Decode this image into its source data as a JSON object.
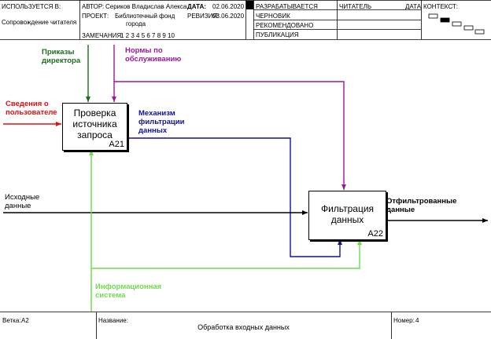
{
  "header": {
    "used_in_label": "ИСПОЛЬЗУЕТСЯ В:",
    "used_in_value": "Сопровождение читателя",
    "author_label": "АВТОР:",
    "author_value": "Сериков Владислав Александ...",
    "project_label": "ПРОЕКТ:",
    "project_value_line1": "Библиотечный фонд",
    "project_value_line2": "города",
    "notes_label": "ЗАМЕЧАНИЯ:",
    "notes_value": "1 2 3 4 5 6 7 8 9 10",
    "date_label": "ДАТА:",
    "date_value": "02.06.2020",
    "revision_label": "РЕВИЗИЯ:",
    "revision_value": "03.06.2020",
    "status_working": "РАЗРАБАТЫВАЕТСЯ",
    "status_draft": "ЧЕРНОВИК",
    "status_recommended": "РЕКОМЕНДОВАНО",
    "status_publication": "ПУБЛИКАЦИЯ",
    "reader_label": "ЧИТАТЕЛЬ",
    "date2_label": "ДАТА",
    "context_label": "КОНТЕКСТ:"
  },
  "diagram": {
    "boxes": [
      {
        "id": "A21",
        "name": "Проверка\nисточника\nзапроса",
        "number": "A21"
      },
      {
        "id": "A22",
        "name": "Фильтрация\nданных",
        "number": "A22"
      }
    ],
    "arrows": {
      "orders": "Приказы\nдиректора",
      "norms": "Нормы по\nобслуживанию",
      "user_info": "Сведения о\nпользователе",
      "mechanism": "Механизм\nфильтрации\nданных",
      "input_data": "Исходные\nданные",
      "filtered_data": "Отфильтрованные\nданные",
      "info_system": "Информационная\nсистема"
    },
    "colors": {
      "orders": "#1a6e1a",
      "norms": "#9a1a9a",
      "user_info": "#e01010",
      "mechanism": "#1010a0",
      "input_data": "#000000",
      "filtered_data": "#000000",
      "info_system": "#6ddc4a"
    }
  },
  "footer": {
    "node_label": "Ветка:",
    "node_value": "A2",
    "title_label": "Название:",
    "title_value": "Обработка входных данных",
    "number_label": "Номер:",
    "number_value": "4"
  }
}
